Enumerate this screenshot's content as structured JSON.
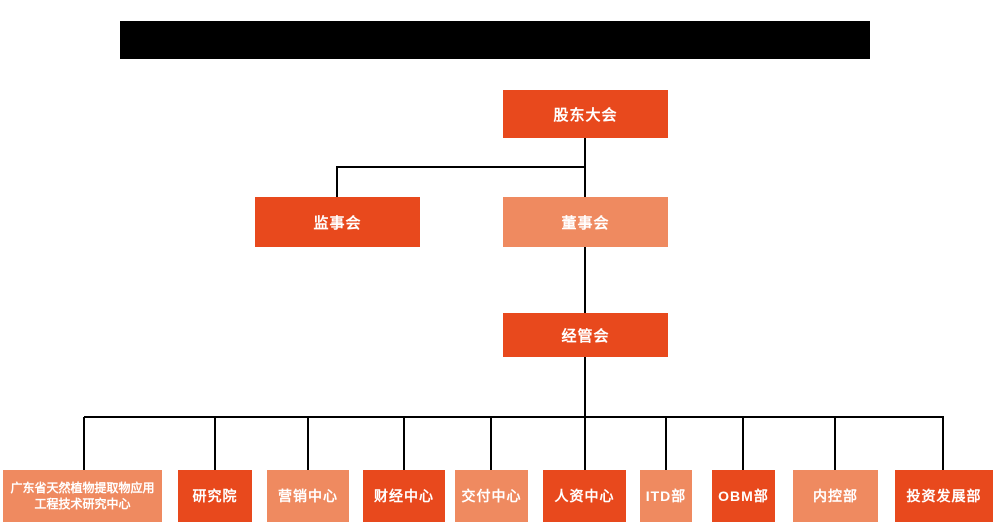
{
  "colors": {
    "primary_dark_orange": "#e8491d",
    "secondary_light_orange": "#ef8a60",
    "connector_line": "#000000",
    "background": "#ffffff",
    "redacted_title_bar": "#000000"
  },
  "org": {
    "shareholders_meeting": {
      "label": "股东大会",
      "tone": "dark"
    },
    "supervisory_board": {
      "label": "监事会",
      "tone": "dark"
    },
    "board_of_directors": {
      "label": "董事会",
      "tone": "light"
    },
    "management_committee": {
      "label": "经管会",
      "tone": "dark"
    }
  },
  "departments": [
    {
      "label": "广东省天然植物提取物应用工程技术研究中心",
      "tone": "light"
    },
    {
      "label": "研究院",
      "tone": "dark"
    },
    {
      "label": "营销中心",
      "tone": "light"
    },
    {
      "label": "财经中心",
      "tone": "dark"
    },
    {
      "label": "交付中心",
      "tone": "light"
    },
    {
      "label": "人资中心",
      "tone": "dark"
    },
    {
      "label": "ITD部",
      "tone": "light"
    },
    {
      "label": "OBM部",
      "tone": "dark"
    },
    {
      "label": "内控部",
      "tone": "light"
    },
    {
      "label": "投资发展部",
      "tone": "dark"
    }
  ]
}
